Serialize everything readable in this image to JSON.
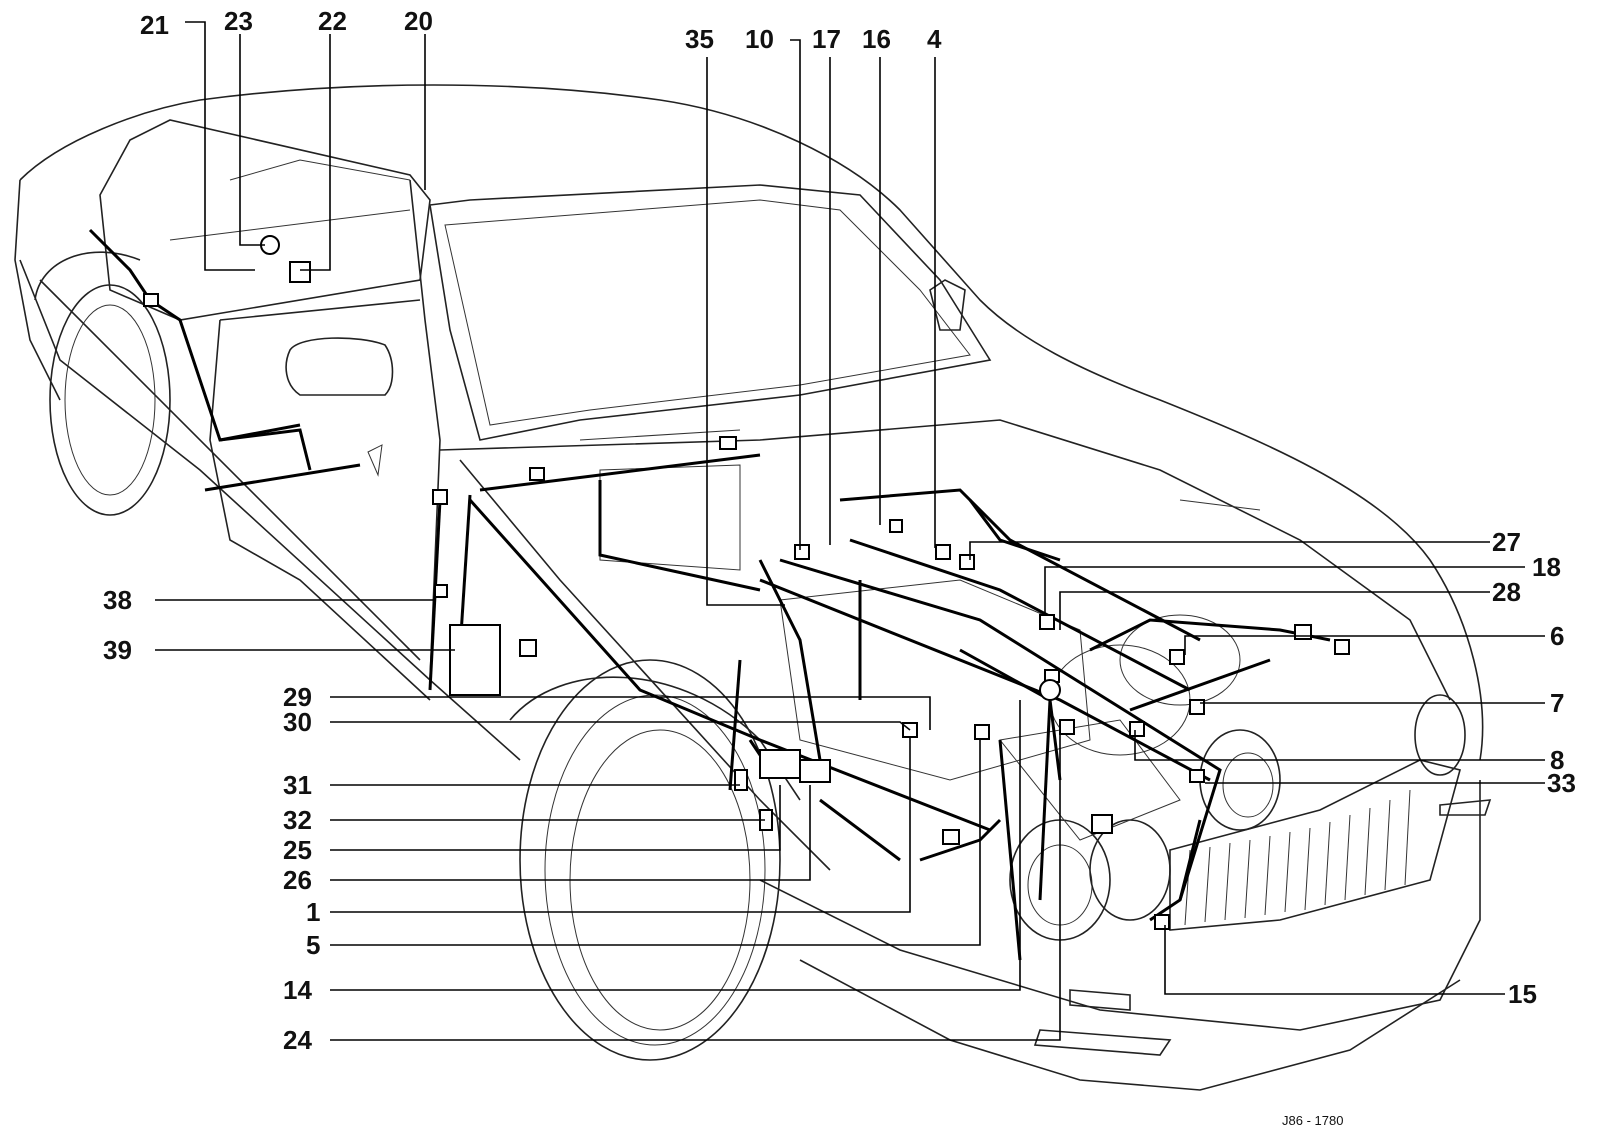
{
  "diagram": {
    "reference": "J86 - 1780",
    "callouts": [
      {
        "id": "c21",
        "label": "21"
      },
      {
        "id": "c23",
        "label": "23"
      },
      {
        "id": "c22",
        "label": "22"
      },
      {
        "id": "c20",
        "label": "20"
      },
      {
        "id": "c35",
        "label": "35"
      },
      {
        "id": "c10",
        "label": "10"
      },
      {
        "id": "c17",
        "label": "17"
      },
      {
        "id": "c16",
        "label": "16"
      },
      {
        "id": "c4",
        "label": "4"
      },
      {
        "id": "c27",
        "label": "27"
      },
      {
        "id": "c18",
        "label": "18"
      },
      {
        "id": "c28",
        "label": "28"
      },
      {
        "id": "c6",
        "label": "6"
      },
      {
        "id": "c7",
        "label": "7"
      },
      {
        "id": "c8",
        "label": "8"
      },
      {
        "id": "c33",
        "label": "33"
      },
      {
        "id": "c15",
        "label": "15"
      },
      {
        "id": "c38",
        "label": "38"
      },
      {
        "id": "c39",
        "label": "39"
      },
      {
        "id": "c29",
        "label": "29"
      },
      {
        "id": "c30",
        "label": "30"
      },
      {
        "id": "c31",
        "label": "31"
      },
      {
        "id": "c32",
        "label": "32"
      },
      {
        "id": "c25",
        "label": "25"
      },
      {
        "id": "c26",
        "label": "26"
      },
      {
        "id": "c1",
        "label": "1"
      },
      {
        "id": "c5",
        "label": "5"
      },
      {
        "id": "c14",
        "label": "14"
      },
      {
        "id": "c24",
        "label": "24"
      }
    ]
  }
}
